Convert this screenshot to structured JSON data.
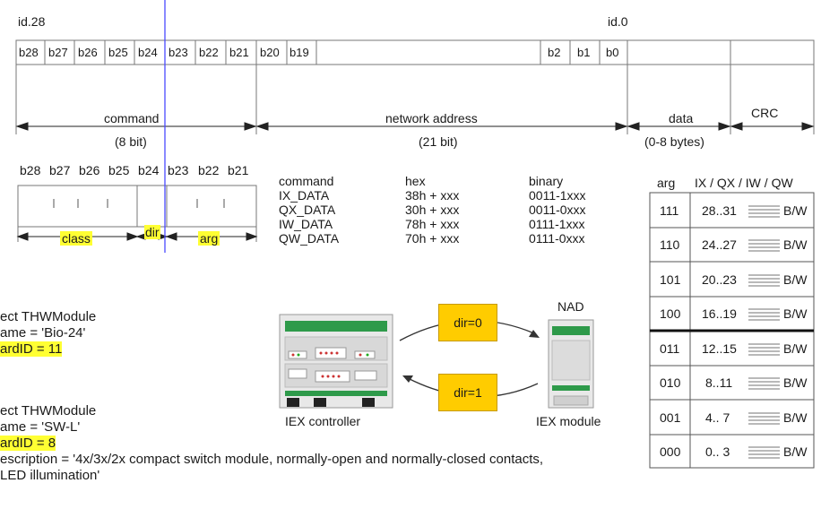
{
  "register": {
    "id_high": "id.28",
    "id_low": "id.0",
    "bits_high": [
      "b28",
      "b27",
      "b26",
      "b25",
      "b24",
      "b23",
      "b22",
      "b21",
      "b20",
      "b19"
    ],
    "bits_low": [
      "b2",
      "b1",
      "b0"
    ]
  },
  "fields": {
    "command": {
      "label": "command",
      "size": "(8 bit)"
    },
    "network": {
      "label": "network address",
      "size": "(21 bit)"
    },
    "data": {
      "label": "data",
      "size": "(0-8 bytes)"
    },
    "crc": {
      "label": "CRC"
    }
  },
  "cmd_bits": {
    "header": [
      "b28",
      "b27",
      "b26",
      "b25",
      "b24",
      "b23",
      "b22",
      "b21"
    ],
    "class_label": "class",
    "dir_label": "dir",
    "arg_label": "arg"
  },
  "command_table": {
    "headers": [
      "command",
      "hex",
      "binary"
    ],
    "rows": [
      [
        "IX_DATA",
        "38h + xxx",
        "0011-1xxx"
      ],
      [
        "QX_DATA",
        "30h + xxx",
        "0011-0xxx"
      ],
      [
        "IW_DATA",
        "78h + xxx",
        "0111-1xxx"
      ],
      [
        "QW_DATA",
        "70h + xxx",
        "0111-0xxx"
      ]
    ]
  },
  "arg_table": {
    "header_arg": "arg",
    "header_type": "IX / QX / IW / QW",
    "rows": [
      {
        "arg": "111",
        "range": "28..31",
        "unit": "B/W"
      },
      {
        "arg": "110",
        "range": "24..27",
        "unit": "B/W"
      },
      {
        "arg": "101",
        "range": "20..23",
        "unit": "B/W"
      },
      {
        "arg": "100",
        "range": "16..19",
        "unit": "B/W"
      },
      {
        "arg": "011",
        "range": "12..15",
        "unit": "B/W"
      },
      {
        "arg": "010",
        "range": "8..11",
        "unit": "B/W"
      },
      {
        "arg": "001",
        "range": "4.. 7",
        "unit": "B/W"
      },
      {
        "arg": "000",
        "range": "0.. 3",
        "unit": "B/W"
      }
    ]
  },
  "diagram": {
    "nad_label": "NAD",
    "dir0": "dir=0",
    "dir1": "dir=1",
    "controller_label": "IEX controller",
    "module_label": "IEX module"
  },
  "code": {
    "obj1_line1": "ect THWModule",
    "obj1_line2": "ame = 'Bio-24'",
    "obj1_line3": "ardID = 11",
    "obj2_line1": "ect THWModule",
    "obj2_line2": "ame = 'SW-L'",
    "obj2_line3": "ardID = 8",
    "obj2_line4": "escription = '4x/3x/2x compact switch module, normally-open and normally-closed contacts,",
    "obj2_line5": "LED illumination'"
  },
  "colors": {
    "highlight": "#ffff33",
    "dir_box": "#ffcc00",
    "marker_line": "#4a4aff",
    "module_green": "#2e9a4a"
  }
}
